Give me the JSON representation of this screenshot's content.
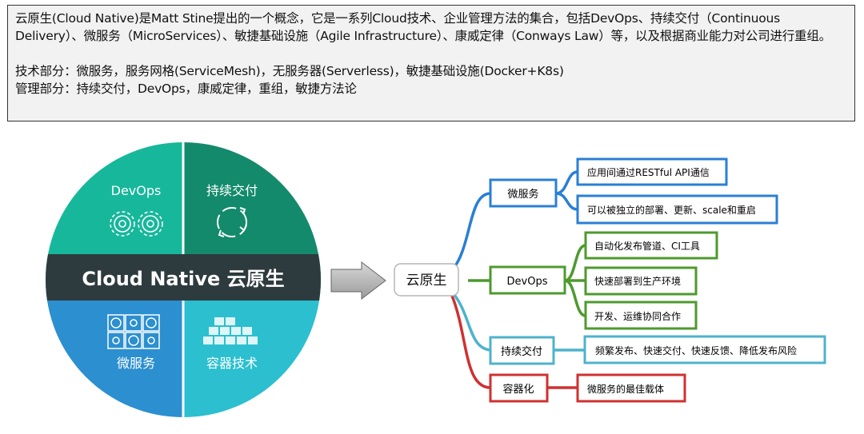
{
  "intro": {
    "paragraph": "云原生(Cloud Native)是Matt Stine提出的一个概念，它是一系列Cloud技术、企业管理方法的集合，包括DevOps、持续交付（Continuous Delivery）、微服务（MicroServices）、敏捷基础设施（Agile Infrastructure）、康威定律（Conways Law）等，以及根据商业能力对公司进行重组。",
    "tech_line": "技术部分：微服务，服务网格(ServiceMesh)，无服务器(Serverless)，敏捷基础设施(Docker+K8s)",
    "mgmt_line": "管理部分：持续交付，DevOps，康威定律，重组，敏捷方法论"
  },
  "circle": {
    "banner": "Cloud Native 云原生",
    "quadrants": [
      {
        "label": "DevOps",
        "icon": "gears-icon",
        "color": "#17b79b"
      },
      {
        "label": "持续交付",
        "icon": "cycle-arrows-icon",
        "color": "#138a6c"
      },
      {
        "label": "微服务",
        "icon": "microservice-grid-icon",
        "color": "#2b8fd0"
      },
      {
        "label": "容器技术",
        "icon": "container-blocks-icon",
        "color": "#2bbfcf"
      }
    ],
    "banner_color": "#2e3b3e"
  },
  "mindmap": {
    "root": "云原生",
    "branches": [
      {
        "label": "微服务",
        "color": "#2a7fd4",
        "leaves": [
          "应用间通过RESTful API通信",
          "可以被独立的部署、更新、scale和重启"
        ]
      },
      {
        "label": "DevOps",
        "color": "#4e9a2e",
        "leaves": [
          "自动化发布管道、CI工具",
          "快速部署到生产环境",
          "开发、运维协同合作"
        ]
      },
      {
        "label": "持续交付",
        "color": "#4db3cc",
        "leaves": [
          "频繁发布、快速交付、快速反馈、降低发布风险"
        ]
      },
      {
        "label": "容器化",
        "color": "#cf3131",
        "leaves": [
          "微服务的最佳载体"
        ]
      }
    ]
  }
}
